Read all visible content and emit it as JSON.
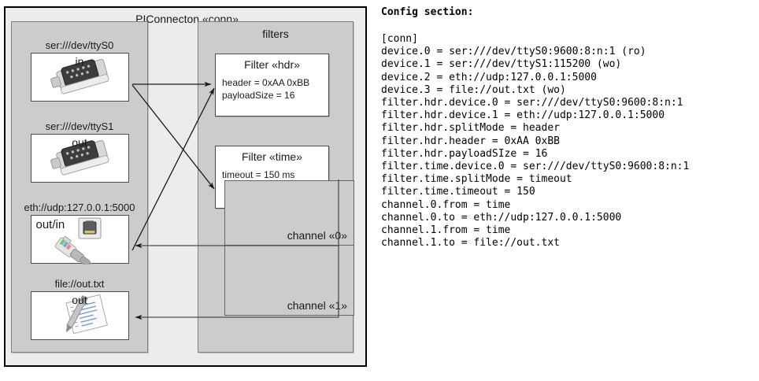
{
  "diagram": {
    "outer": {
      "title": "PIConnecton «conn»"
    },
    "devices_group": {
      "title": "",
      "items": [
        {
          "label": "ser:///dev/ttyS0",
          "direction": "in",
          "icon": "serial-port-icon"
        },
        {
          "label": "ser:///dev/ttyS1",
          "direction": "out",
          "icon": "serial-port-icon"
        },
        {
          "label": "eth://udp:127.0.0.1:5000",
          "direction": "out/in",
          "icon": "ethernet-port-icon"
        },
        {
          "label": "file://out.txt",
          "direction": "out",
          "icon": "text-file-icon"
        }
      ]
    },
    "filters_group": {
      "title": "filters",
      "filters": [
        {
          "title": "Filter «hdr»",
          "props": [
            "header = 0xAA 0xBB",
            "payloadSize = 16"
          ]
        },
        {
          "title": "Filter «time»",
          "props": [
            "timeout = 150 ms"
          ]
        }
      ],
      "channels": [
        {
          "label": "channel «0»"
        },
        {
          "label": "channel «1»"
        }
      ]
    },
    "colors": {
      "canvas": "#ececec",
      "group_fill": "#cccccc",
      "card_fill": "#ffffff",
      "border_dark": "#000000",
      "border_gray": "#808080"
    }
  },
  "config": {
    "heading": "Config section:",
    "lines": [
      "[conn]",
      "device.0 = ser:///dev/ttyS0:9600:8:n:1 (ro)",
      "device.1 = ser:///dev/ttyS1:115200 (wo)",
      "device.2 = eth://udp:127.0.0.1:5000",
      "device.3 = file://out.txt (wo)",
      "filter.hdr.device.0 = ser:///dev/ttyS0:9600:8:n:1",
      "filter.hdr.device.1 = eth://udp:127.0.0.1:5000",
      "filter.hdr.splitMode = header",
      "filter.hdr.header = 0xAA 0xBB",
      "filter.hdr.payloadSIze = 16",
      "filter.time.device.0 = ser:///dev/ttyS0:9600:8:n:1",
      "filter.time.splitMode = timeout",
      "filter.time.timeout = 150",
      "channel.0.from = time",
      "channel.0.to = eth://udp:127.0.0.1:5000",
      "channel.1.from = time",
      "channel.1.to = file://out.txt"
    ],
    "text": "[conn]\ndevice.0 = ser:///dev/ttyS0:9600:8:n:1 (ro)\ndevice.1 = ser:///dev/ttyS1:115200 (wo)\ndevice.2 = eth://udp:127.0.0.1:5000\ndevice.3 = file://out.txt (wo)\nfilter.hdr.device.0 = ser:///dev/ttyS0:9600:8:n:1\nfilter.hdr.device.1 = eth://udp:127.0.0.1:5000\nfilter.hdr.splitMode = header\nfilter.hdr.header = 0xAA 0xBB\nfilter.hdr.payloadSIze = 16\nfilter.time.device.0 = ser:///dev/ttyS0:9600:8:n:1\nfilter.time.splitMode = timeout\nfilter.time.timeout = 150\nchannel.0.from = time\nchannel.0.to = eth://udp:127.0.0.1:5000\nchannel.1.from = time\nchannel.1.to = file://out.txt"
  }
}
